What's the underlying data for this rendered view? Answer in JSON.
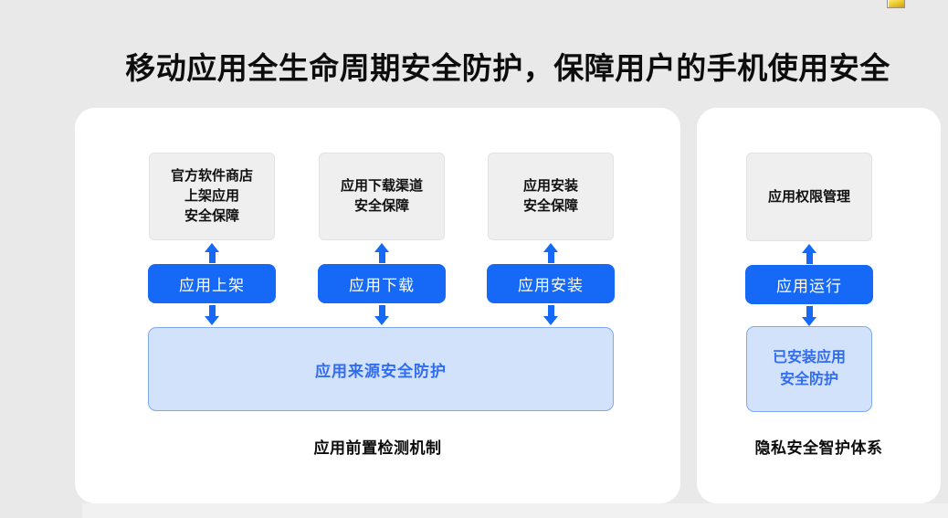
{
  "title": "移动应用全生命周期安全防护，保障用户的手机使用安全",
  "colors": {
    "background": "#e9e9e9",
    "panel": "#ffffff",
    "gray_box_fill": "#efefef",
    "gray_box_border": "#e3e3e3",
    "accent_blue": "#1569f6",
    "light_blue_fill": "#d3e2fb",
    "light_blue_border": "#7ea8f0",
    "blue_text": "#2f6cf2",
    "title_text": "#0d0d0d"
  },
  "corner_icon": "clipped-yellow-image-icon",
  "left_panel": {
    "columns": [
      {
        "top_box": "官方软件商店\n上架应用\n安全保障",
        "button": "应用上架"
      },
      {
        "top_box": "应用下载渠道\n安全保障",
        "button": "应用下载"
      },
      {
        "top_box": "应用安装\n安全保障",
        "button": "应用安装"
      }
    ],
    "big_box": "应用来源安全防护",
    "caption": "应用前置检测机制"
  },
  "right_panel": {
    "top_box": "应用权限管理",
    "button": "应用运行",
    "bottom_box": "已安装应用\n安全防护",
    "caption": "隐私安全智护体系"
  }
}
